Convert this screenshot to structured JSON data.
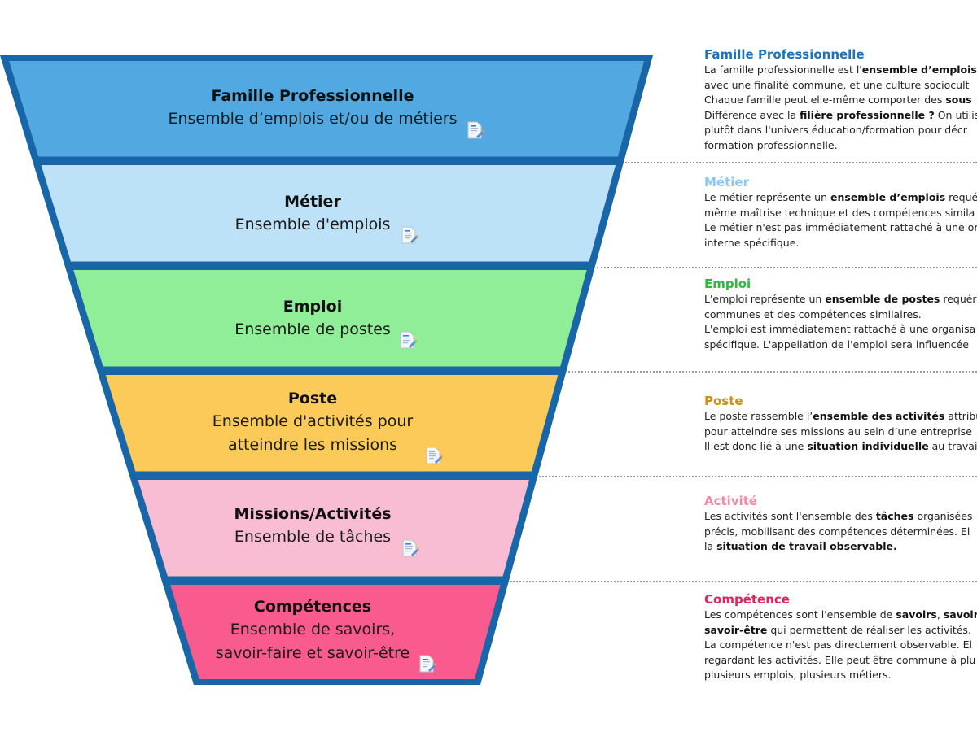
{
  "colors": {
    "outline": "#1866a8",
    "bands": [
      "#52a9e2",
      "#bde2f8",
      "#91ee98",
      "#fcca58",
      "#f8bcd3",
      "#fa5b8e"
    ],
    "headings": [
      "#1f72b8",
      "#8cc8ee",
      "#2eb83f",
      "#d08e14",
      "#f08aa0",
      "#e0225f"
    ]
  },
  "funnel": [
    {
      "title": "Famille Professionnelle",
      "lines": [
        "Ensemble d’emplois et/ou de métiers"
      ],
      "icon": "document-edit-icon"
    },
    {
      "title": "Métier",
      "lines": [
        "Ensemble d'emplois"
      ],
      "icon": "document-edit-icon"
    },
    {
      "title": "Emploi",
      "lines": [
        "Ensemble de postes"
      ],
      "icon": "document-edit-icon"
    },
    {
      "title": "Poste",
      "lines": [
        "Ensemble d'activités pour",
        "atteindre les missions"
      ],
      "icon": "document-edit-icon"
    },
    {
      "title": "Missions/Activités",
      "lines": [
        "Ensemble de tâches"
      ],
      "icon": "document-edit-icon"
    },
    {
      "title": "Compétences",
      "lines": [
        "Ensemble de savoirs,",
        "savoir-faire et savoir-être"
      ],
      "icon": "document-edit-icon"
    }
  ],
  "definitions": [
    {
      "heading": "Famille Professionnelle",
      "paragraphs": [
        [
          {
            "t": "La famille professionnelle est l'"
          },
          {
            "t": "ensemble d’emplois",
            "b": true
          }
        ],
        [
          {
            "t": "avec une  finalité commune, et une culture sociocult"
          }
        ],
        [
          {
            "t": "Chaque famille peut elle-même comporter des "
          },
          {
            "t": "sous",
            "b": true
          }
        ],
        [
          {
            "t": "Différence avec la "
          },
          {
            "t": "filière professionnelle ?",
            "b": true
          },
          {
            "t": " On utilise"
          }
        ],
        [
          {
            "t": "plutôt dans l'univers éducation/formation pour décr"
          }
        ],
        [
          {
            "t": "formation professionnelle."
          }
        ]
      ]
    },
    {
      "heading": "Métier",
      "paragraphs": [
        [
          {
            "t": "Le métier représente un "
          },
          {
            "t": "ensemble d’emplois",
            "b": true
          },
          {
            "t": " requé"
          }
        ],
        [
          {
            "t": "même maîtrise technique et des compétences simila"
          }
        ],
        [
          {
            "t": "Le métier n'est pas immédiatement rattaché à une or"
          }
        ],
        [
          {
            "t": "interne spécifique."
          }
        ]
      ]
    },
    {
      "heading": "Emploi",
      "paragraphs": [
        [
          {
            "t": "L'emploi représente un  "
          },
          {
            "t": "ensemble de postes",
            "b": true
          },
          {
            "t": " requéra"
          }
        ],
        [
          {
            "t": "communes et des compétences similaires."
          }
        ],
        [
          {
            "t": "L'emploi est immédiatement rattaché à une organisa"
          }
        ],
        [
          {
            "t": "spécifique. L'appellation de l'emploi sera influencée"
          }
        ]
      ]
    },
    {
      "heading": "Poste",
      "paragraphs": [
        [
          {
            "t": "Le poste rassemble l’"
          },
          {
            "t": "ensemble des activités",
            "b": true
          },
          {
            "t": " attribu"
          }
        ],
        [
          {
            "t": "pour atteindre ses missions au sein d’une entreprise"
          }
        ],
        [
          {
            "t": "Il est donc lié à une "
          },
          {
            "t": "situation individuelle",
            "b": true
          },
          {
            "t": " au travail"
          }
        ]
      ]
    },
    {
      "heading": "Activité",
      "paragraphs": [
        [
          {
            "t": "Les activités sont l'ensemble des "
          },
          {
            "t": "tâches",
            "b": true
          },
          {
            "t": " organisées"
          }
        ],
        [
          {
            "t": "précis, mobilisant des compétences déterminées. El"
          }
        ],
        [
          {
            "t": "la "
          },
          {
            "t": "situation de travail observable.",
            "b": true
          }
        ]
      ]
    },
    {
      "heading": "Compétence",
      "paragraphs": [
        [
          {
            "t": "Les compétences sont l'ensemble de "
          },
          {
            "t": "savoirs",
            "b": true
          },
          {
            "t": ", "
          },
          {
            "t": "savoir",
            "b": true
          }
        ],
        [
          {
            "t": "savoir-être",
            "b": true
          },
          {
            "t": " qui permettent de réaliser les activités."
          }
        ],
        [
          {
            "t": "La compétence n'est pas directement observable. El"
          }
        ],
        [
          {
            "t": "regardant les activités. Elle peut être commune à plu"
          }
        ],
        [
          {
            "t": "plusieurs emplois, plusieurs métiers."
          }
        ]
      ]
    }
  ]
}
